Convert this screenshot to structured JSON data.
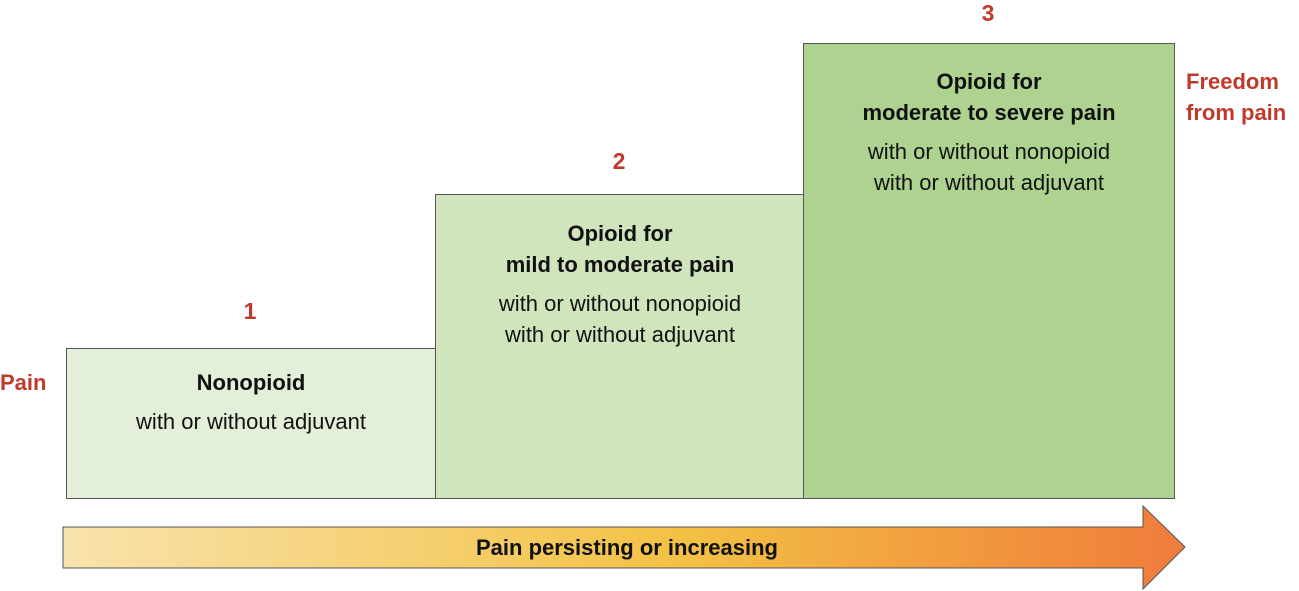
{
  "left_label": "Pain",
  "right_label": [
    "Freedom",
    "from pain"
  ],
  "steps": [
    {
      "number": "1",
      "title": [
        "Nonopioid"
      ],
      "subtitle": [
        "with or without adjuvant"
      ]
    },
    {
      "number": "2",
      "title": [
        "Opioid for",
        "mild to moderate pain"
      ],
      "subtitle": [
        "with or without nonopioid",
        "with or without adjuvant"
      ]
    },
    {
      "number": "3",
      "title": [
        "Opioid for",
        "moderate to severe pain"
      ],
      "subtitle": [
        "with or without nonopioid",
        "with or without adjuvant"
      ]
    }
  ],
  "arrow_label": "Pain persisting or increasing",
  "colors": {
    "accent_red": "#c0392b",
    "step1_fill": "#e3efd8",
    "step2_fill": "#d1e5bd",
    "step3_fill": "#aed28f",
    "arrow_gradient": [
      "#f8e3ad",
      "#f3c144",
      "#f07b3b"
    ]
  }
}
